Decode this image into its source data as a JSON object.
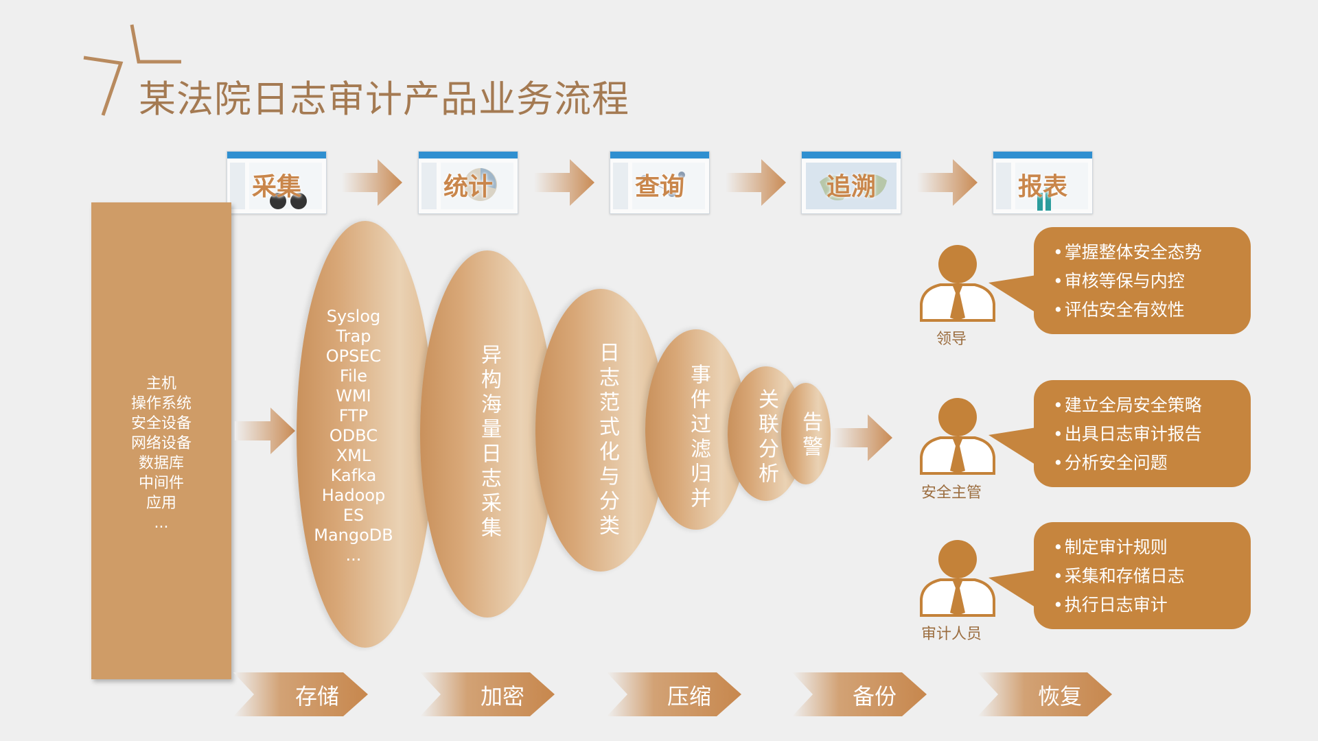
{
  "title": "某法院日志审计产品业务流程",
  "stages": [
    "采集",
    "统计",
    "查询",
    "追溯",
    "报表"
  ],
  "sources": [
    "主机",
    "操作系统",
    "安全设备",
    "网络设备",
    "数据库",
    "中间件",
    "应用",
    "..."
  ],
  "protocols": [
    "Syslog",
    "Trap",
    "OPSEC",
    "File",
    "WMI",
    "FTP",
    "ODBC",
    "XML",
    "Kafka",
    "Hadoop",
    "ES",
    "MangoDB",
    "..."
  ],
  "funnel": [
    "异构海量日志采集",
    "日志范式化与分类",
    "事件过滤归并",
    "关联分析",
    "告警"
  ],
  "roles": [
    {
      "name": "领导",
      "items": [
        "掌握整体安全态势",
        "审核等保与内控",
        "评估安全有效性"
      ]
    },
    {
      "name": "安全主管",
      "items": [
        "建立全局安全策略",
        "出具日志审计报告",
        "分析安全问题"
      ]
    },
    {
      "name": "审计人员",
      "items": [
        "制定审计规则",
        "采集和存储日志",
        "执行日志审计"
      ]
    }
  ],
  "operations": [
    "存储",
    "加密",
    "压缩",
    "备份",
    "恢复"
  ],
  "colors": {
    "title": "#a47a52",
    "accent": "#c6853e",
    "source": "#cf9c67"
  }
}
